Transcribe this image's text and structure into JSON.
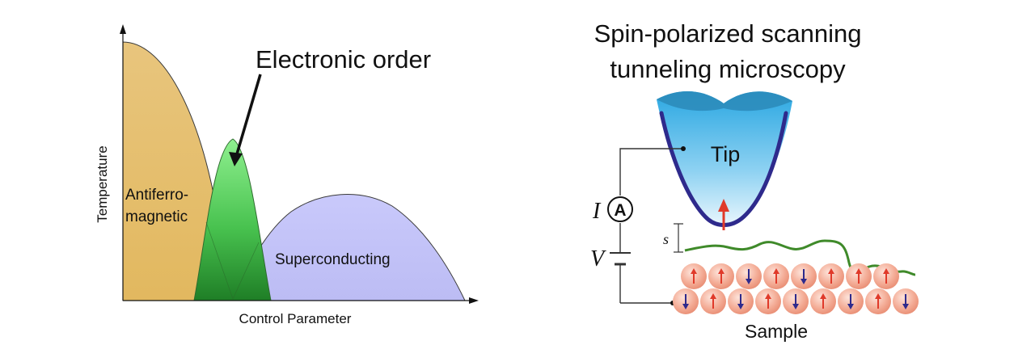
{
  "phase_diagram": {
    "title": "Electronic order",
    "y_axis_label": "Temperature",
    "x_axis_label": "Control Parameter",
    "regions": [
      {
        "name": "antiferromagnetic",
        "label_lines": [
          "Antiferro-",
          "magnetic"
        ],
        "color": "#e6c47a"
      },
      {
        "name": "electronic-order",
        "label_lines": [],
        "color": "#4cc85a"
      },
      {
        "name": "superconducting",
        "label_lines": [
          "Superconducting"
        ],
        "color": "#c6c6f8"
      }
    ]
  },
  "stm": {
    "title_lines": [
      "Spin-polarized scanning",
      "tunneling microscopy"
    ],
    "tip_label": "Tip",
    "current_symbol": "I",
    "ammeter_symbol": "A",
    "voltage_symbol": "V",
    "gap_symbol": "s",
    "sample_label": "Sample",
    "tip_color": "#3aaee0",
    "tip_outline_color": "#2e2a8c",
    "spin_up_color": "#e03a2a",
    "spin_down_color": "#2e2a8c",
    "sample_atom_color": "#f2a38e",
    "surface_trace_color": "#3f8a2a",
    "sample_rows": [
      [
        "up",
        "up",
        "down",
        "up",
        "down",
        "up",
        "up",
        "up"
      ],
      [
        "down",
        "up",
        "down",
        "up",
        "down",
        "up",
        "down",
        "up",
        "down"
      ]
    ]
  }
}
